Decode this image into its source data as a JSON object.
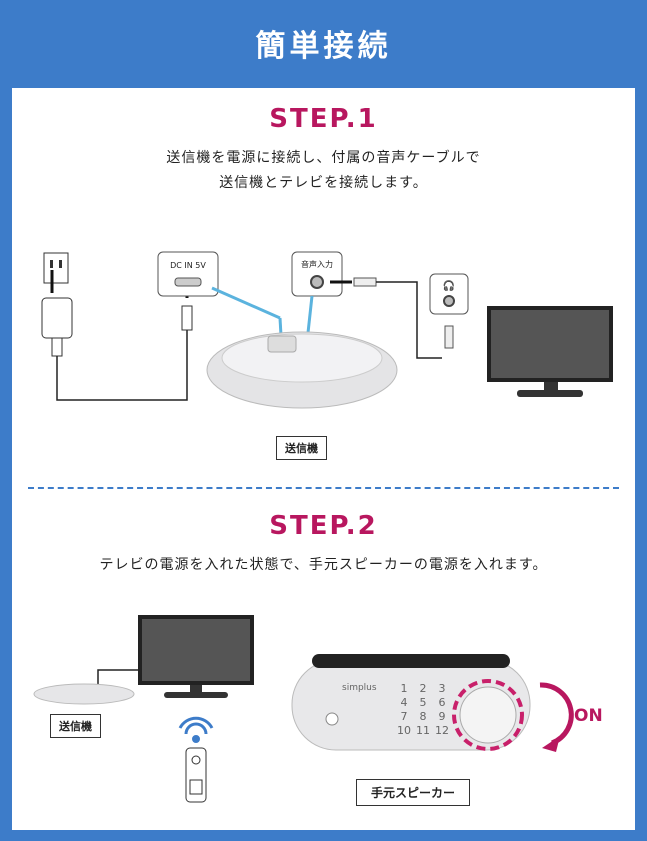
{
  "header": {
    "title": "簡単接続"
  },
  "step1": {
    "title": "STEP.1",
    "desc_line1": "送信機を電源に接続し、付属の音声ケーブルで",
    "desc_line2": "送信機とテレビを接続します。",
    "port_dc_label": "DC IN 5V",
    "port_audio_label": "音声入力",
    "transmitter_label": "送信機"
  },
  "step2": {
    "title": "STEP.2",
    "desc": "テレビの電源を入れた状態で、手元スピーカーの電源を入れます。",
    "transmitter_label": "送信機",
    "speaker_label": "手元スピーカー",
    "brand": "simplus",
    "on_label": "ON",
    "keypad": [
      "1",
      "2",
      "3",
      "4",
      "5",
      "6",
      "7",
      "8",
      "9",
      "10",
      "11",
      "12"
    ]
  },
  "colors": {
    "frame": "#3d7cc9",
    "accent": "#b8175f",
    "cable": "#5bb3de"
  }
}
